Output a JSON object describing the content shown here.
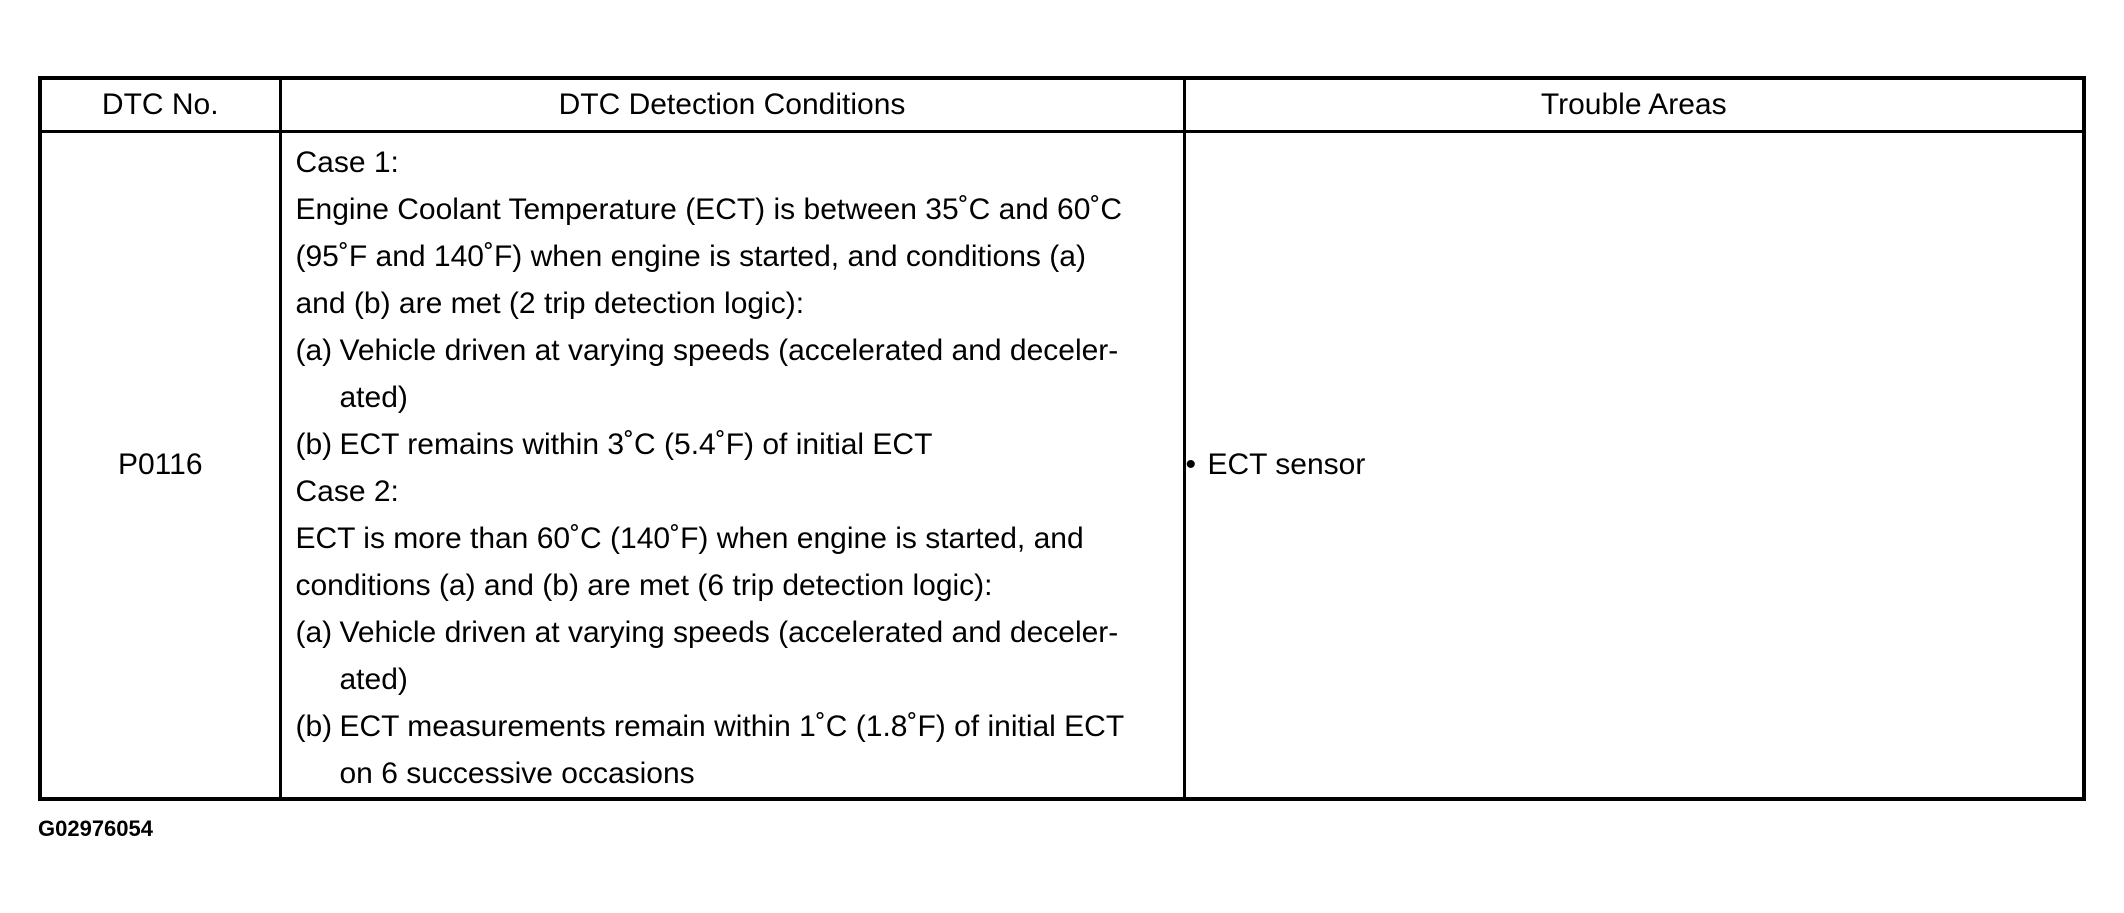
{
  "table": {
    "headers": {
      "dtc_no": "DTC No.",
      "conditions": "DTC Detection Conditions",
      "trouble_areas": "Trouble Areas"
    },
    "row": {
      "dtc_code": "P0116",
      "case1": {
        "title": "Case 1:",
        "lines": [
          "Engine Coolant Temperature (ECT) is between 35˚C and 60˚C",
          "(95˚F and 140˚F) when engine is started, and conditions (a)",
          "and (b) are met (2 trip detection logic):"
        ],
        "items": [
          {
            "label": "(a)",
            "text": "Vehicle driven at varying speeds (accelerated and deceler-",
            "cont": "ated)"
          },
          {
            "label": "(b)",
            "text": "ECT remains within 3˚C (5.4˚F) of initial ECT"
          }
        ]
      },
      "case2": {
        "title": "Case 2:",
        "lines": [
          "ECT is more than 60˚C (140˚F) when engine is started, and",
          "conditions (a) and (b) are met (6 trip detection logic):"
        ],
        "items": [
          {
            "label": "(a)",
            "text": "Vehicle driven at varying speeds (accelerated and deceler-",
            "cont": "ated)"
          },
          {
            "label": "(b)",
            "text": "ECT measurements remain within 1˚C (1.8˚F) of initial ECT",
            "cont": "on 6 successive occasions"
          }
        ]
      },
      "trouble_areas": {
        "bullet": "•",
        "items": [
          "ECT sensor"
        ]
      }
    }
  },
  "figure_id": "G02976054"
}
